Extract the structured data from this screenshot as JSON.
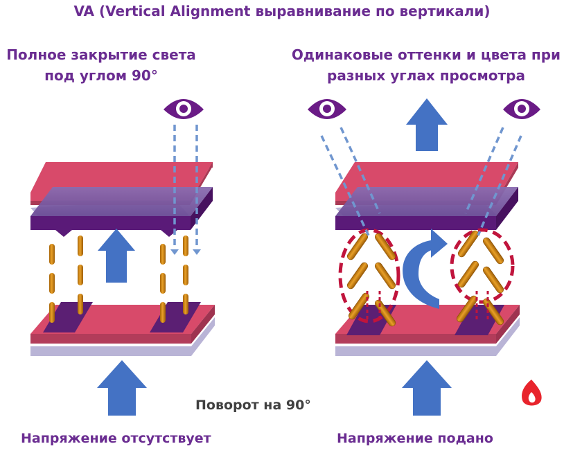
{
  "title": "VA (Vertical Alignment  выравнивание по вертикали)",
  "left_caption": {
    "line1": "Полное закрытие света",
    "line2": "под углом 90°"
  },
  "right_caption": {
    "line1": "Одинаковые оттенки и цвета при",
    "line2": "разных углах просмотра"
  },
  "rotation_label": "Поворот на 90°",
  "left_voltage_label": "Напряжение отсутствует",
  "right_voltage_label": "Напряжение подано",
  "colors": {
    "title_purple": "#6a2c91",
    "glass_pink": "#d84a6a",
    "shadow_lavender": "#b9b4d6",
    "polarizer_purple": "#5a1a78",
    "electrode_purple": "#5b1f73",
    "crystal_orange": "#d98c12",
    "arrow_blue": "#4472c4",
    "dashed_blue": "#7096cf",
    "ellipse_red": "#c0143c",
    "logo_red": "#e8242c"
  }
}
